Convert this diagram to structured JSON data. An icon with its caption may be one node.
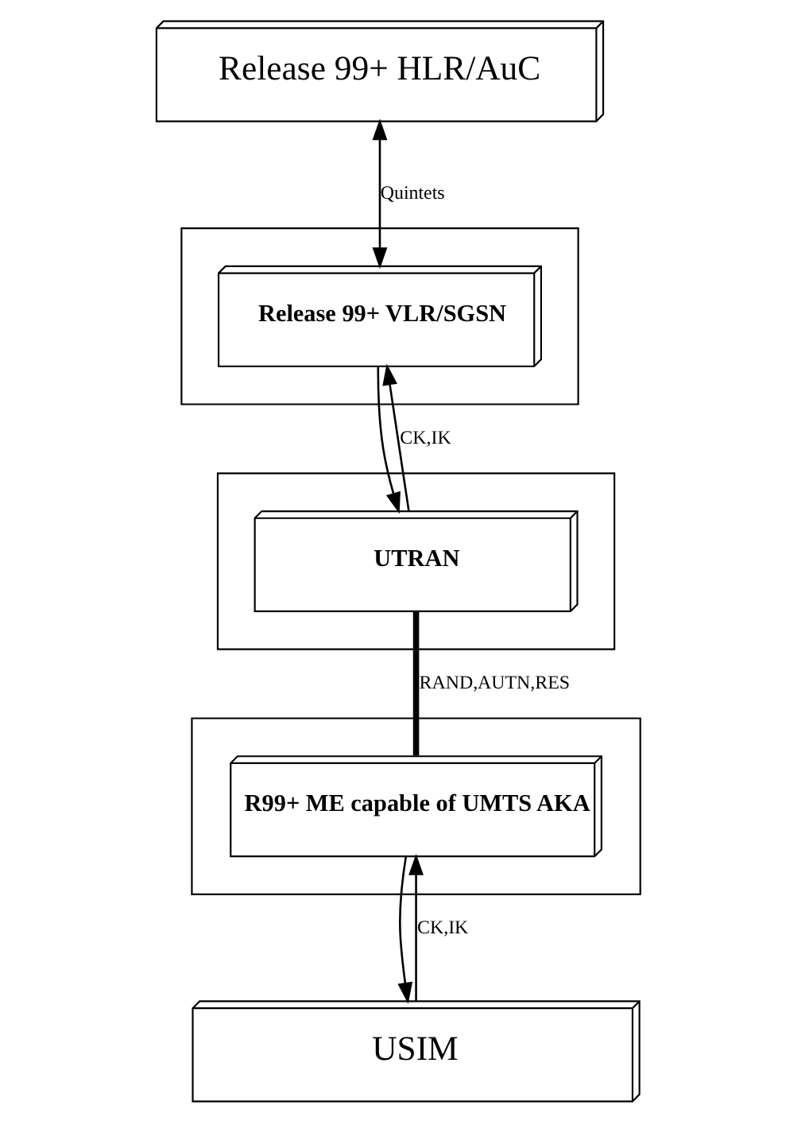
{
  "diagram": {
    "nodes": [
      {
        "text": [
          "Release 99+ HLR/AuC"
        ]
      },
      {
        "text": [],
        "shape": "parallelogram"
      },
      {
        "text": [
          "Release 99+ VLR/SGSN"
        ],
        "in": 1
      },
      {
        "text": [],
        "shape": "parallelogram"
      },
      {
        "text": [
          "UTRAN"
        ],
        "in": 3
      },
      {
        "text": [],
        "shape": "parallelogram"
      },
      {
        "text": [
          "R99+ ME capable of UMTS AKA"
        ],
        "in": 5
      },
      {
        "text": [
          "USIM"
        ]
      }
    ],
    "edges": [
      {
        "from": 0,
        "to": 2,
        "arrow": "both",
        "label": "Quintets"
      },
      {
        "from": 2,
        "to": 4,
        "arrow": "to"
      },
      {
        "from": 4,
        "to": 2,
        "arrow": "to",
        "label": "CK,IK"
      },
      {
        "from": 4,
        "to": 6,
        "arrow": "none",
        "label": "RAND,AUTN,RES",
        "style": "thick"
      },
      {
        "from": 6,
        "to": 7,
        "arrow": "to"
      },
      {
        "from": 7,
        "to": 6,
        "arrow": "to",
        "label": "CK,IK"
      }
    ]
  }
}
